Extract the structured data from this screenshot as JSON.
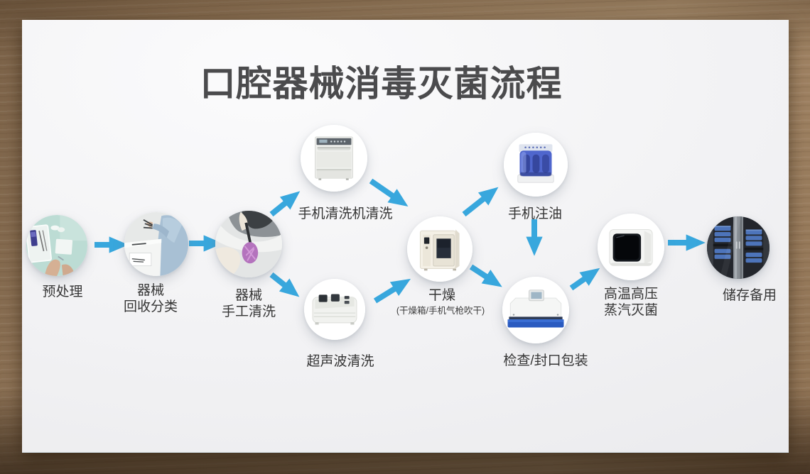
{
  "title": "口腔器械消毒灭菌流程",
  "colors": {
    "arrow": "#38a7dd",
    "title_text": "#4b4b4d",
    "label_text": "#353535",
    "slide_bg": "#f1f1f3",
    "wood_bg": "#a98c6c"
  },
  "flow": {
    "nodes": [
      {
        "id": "pretreatment",
        "label": "预处理",
        "image": "pretreatment-photo"
      },
      {
        "id": "recycle-sort",
        "label": "器械\n回收分类",
        "image": "instrument-recycle-photo"
      },
      {
        "id": "manual-wash",
        "label": "器械\n手工清洗",
        "image": "manual-washing-photo"
      },
      {
        "id": "handpiece-washer",
        "label": "手机清洗机清洗",
        "image": "handpiece-washer-machine"
      },
      {
        "id": "ultrasonic-wash",
        "label": "超声波清洗",
        "image": "ultrasonic-cleaner-machine"
      },
      {
        "id": "drying",
        "label": "干燥",
        "sublabel": "(干燥箱/手机气枪吹干)",
        "image": "drying-oven-machine"
      },
      {
        "id": "handpiece-oiling",
        "label": "手机注油",
        "image": "handpiece-oiler-machine"
      },
      {
        "id": "check-seal-pack",
        "label": "检查/封口包装",
        "image": "sealing-machine"
      },
      {
        "id": "steam-sterilize",
        "label": "高温高压\n蒸汽灭菌",
        "image": "steam-sterilizer-machine"
      },
      {
        "id": "storage",
        "label": "储存备用",
        "image": "storage-cabinet-photo"
      }
    ],
    "connections": [
      {
        "from": "pretreatment",
        "to": "recycle-sort"
      },
      {
        "from": "recycle-sort",
        "to": "manual-wash"
      },
      {
        "from": "manual-wash",
        "to": "handpiece-washer"
      },
      {
        "from": "manual-wash",
        "to": "ultrasonic-wash"
      },
      {
        "from": "handpiece-washer",
        "to": "drying"
      },
      {
        "from": "ultrasonic-wash",
        "to": "drying"
      },
      {
        "from": "drying",
        "to": "handpiece-oiling"
      },
      {
        "from": "drying",
        "to": "check-seal-pack"
      },
      {
        "from": "handpiece-oiling",
        "to": "check-seal-pack"
      },
      {
        "from": "check-seal-pack",
        "to": "steam-sterilize"
      },
      {
        "from": "steam-sterilize",
        "to": "storage"
      }
    ]
  }
}
